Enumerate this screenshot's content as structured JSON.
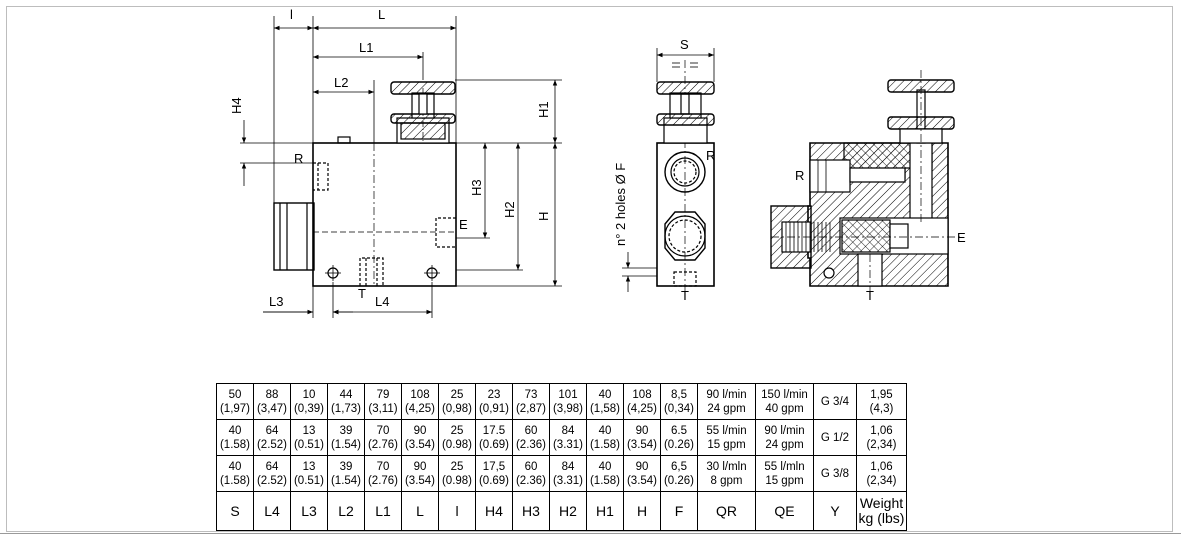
{
  "labels": {
    "front": {
      "l_small": "l",
      "L": "L",
      "L1": "L1",
      "L2": "L2",
      "L3": "L3",
      "L4": "L4",
      "H1": "H1",
      "H2": "H2",
      "H3": "H3",
      "H4": "H4",
      "H": "H",
      "R": "R",
      "E": "E",
      "T": "T"
    },
    "side": {
      "S": "S",
      "R": "R",
      "T": "T",
      "holes": "n° 2 holes Ø F"
    },
    "section": {
      "R": "R",
      "E": "E",
      "T": "T"
    }
  },
  "table": {
    "columns": [
      "S",
      "L4",
      "L3",
      "L2",
      "L1",
      "L",
      "l",
      "H4",
      "H3",
      "H2",
      "H1",
      "H",
      "F",
      "QR",
      "QE",
      "Y",
      "Weight\nkg (lbs)"
    ],
    "rows": [
      [
        "50\n(1,97)",
        "88\n(3,47)",
        "10\n(0,39)",
        "44\n(1,73)",
        "79\n(3,11)",
        "108\n(4,25)",
        "25\n(0,98)",
        "23\n(0,91)",
        "73\n(2,87)",
        "101\n(3,98)",
        "40\n(1,58)",
        "108\n(4,25)",
        "8,5\n(0,34)",
        "90 l/min\n24 gpm",
        "150 l/min\n40 gpm",
        "G 3/4",
        "1,95\n(4,3)"
      ],
      [
        "40\n(1.58)",
        "64\n(2.52)",
        "13\n(0.51)",
        "39\n(1.54)",
        "70\n(2.76)",
        "90\n(3.54)",
        "25\n(0.98)",
        "17.5\n(0.69)",
        "60\n(2.36)",
        "84\n(3.31)",
        "40\n(1.58)",
        "90\n(3.54)",
        "6.5\n(0.26)",
        "55 l/min\n15 gpm",
        "90 l/min\n24 gpm",
        "G 1/2",
        "1,06\n(2,34)"
      ],
      [
        "40\n(1.58)",
        "64\n(2.52)",
        "13\n(0.51)",
        "39\n(1.54)",
        "70\n(2.76)",
        "90\n(3.54)",
        "25\n(0.98)",
        "17,5\n(0.69)",
        "60\n(2.36)",
        "84\n(3.31)",
        "40\n(1.58)",
        "90\n(3.54)",
        "6,5\n(0.26)",
        "30 l/mln\n8 gpm",
        "55 l/mln\n15 gpm",
        "G 3/8",
        "1,06\n(2,34)"
      ]
    ]
  }
}
